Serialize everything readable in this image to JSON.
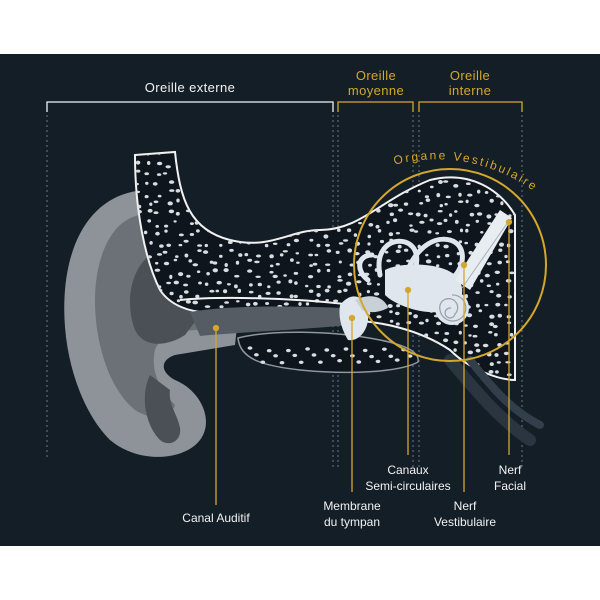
{
  "colors": {
    "background": "#141e27",
    "gold": "#d4a72c",
    "white": "#f2f2f2",
    "bone_fill": "#0e151c",
    "skin_light": "#8e9399",
    "skin_mid": "#6c7177",
    "skin_dark": "#4b5056",
    "organ": "#dfe6ee"
  },
  "sections": {
    "outer": "Oreille externe",
    "middle_line1": "Oreille",
    "middle_line2": "moyenne",
    "inner_line1": "Oreille",
    "inner_line2": "interne"
  },
  "circle_label": "Organe Vestibulaire",
  "labels": {
    "canal": "Canal Auditif",
    "membrane_line1": "Membrane",
    "membrane_line2": "du tympan",
    "canaux_line1": "Canaux",
    "canaux_line2": "Semi-circulaires",
    "nerf_vest_line1": "Nerf",
    "nerf_vest_line2": "Vestibulaire",
    "nerf_facial_line1": "Nerf",
    "nerf_facial_line2": "Facial"
  }
}
